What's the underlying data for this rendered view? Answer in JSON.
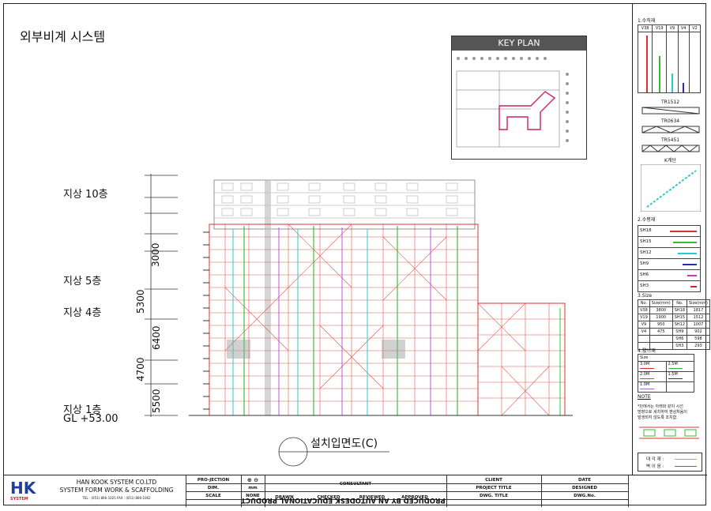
{
  "drawing": {
    "title": "외부비계 시스템",
    "elevation_label": "설치입면도(C)",
    "watermark": "PRODUCED BY AN AUTODESK EDUCATIONAL PRODUCT"
  },
  "levels": [
    {
      "label": "지상 10층"
    },
    {
      "label": "지상 5층"
    },
    {
      "label": "지상 4층"
    },
    {
      "label": "지상 1층"
    },
    {
      "label": "GL +53.00"
    }
  ],
  "dimensions": [
    "3000",
    "5300",
    "6400",
    "4700",
    "5500"
  ],
  "keyplan": {
    "title": "KEY PLAN"
  },
  "legend": {
    "sec1_title": "1.수직재",
    "sec1_cols": [
      "V38",
      "V19",
      "V9",
      "V4",
      "V2"
    ],
    "truss1": "TR1512",
    "truss2": "TR0634",
    "truss3": "TR5451",
    "brace": "K계단",
    "sec2_title": "2.수평재",
    "horizontals": [
      {
        "name": "SH18",
        "color": "#d9342b"
      },
      {
        "name": "SH15",
        "color": "#33bb33"
      },
      {
        "name": "SH12",
        "color": "#22cccc"
      },
      {
        "name": "SH9",
        "color": "#2233aa"
      },
      {
        "name": "SH6",
        "color": "#cc33cc"
      },
      {
        "name": "SH3",
        "color": "#e02020"
      }
    ],
    "sec3_title": "3.Size",
    "size_head": [
      "No.",
      "Size(mm)",
      "No.",
      "Size(mm)"
    ],
    "size_rows": [
      [
        "V38",
        "3800",
        "SH18",
        "1817"
      ],
      [
        "V19",
        "1900",
        "SH15",
        "1512"
      ],
      [
        "V9",
        "950",
        "SH12",
        "1007"
      ],
      [
        "V4",
        "475",
        "SH9",
        "902"
      ],
      [
        "",
        "",
        "SH6",
        "598"
      ],
      [
        "",
        "",
        "SH3",
        "293"
      ]
    ],
    "sec4_title": "4.發브재",
    "brace_head": "Size",
    "brace_rows": [
      {
        "left": "3.0M",
        "right": "2.5M"
      },
      {
        "left": "2.0M",
        "right": "1.5M"
      },
      {
        "left": "1.0M",
        "right": ""
      }
    ],
    "note_title": "NOTE",
    "note_lines": [
      "*단에서는 아래와 같이 시선",
      "방향으로 세치하여 편상처음이",
      "발생되지 않도록 조치함."
    ],
    "sign1": "대 각 재 :",
    "sign2": "벽 이 음 :"
  },
  "titleblock": {
    "company_line1": "HAN KOOK SYSTEM CO.LTD",
    "company_line2": "SYSTEM FORM WORK & SCAFFOLDING",
    "company_line3": "TEL : (051) 866-1025        FAX : (051) 866-1062",
    "logo_text": "HK",
    "logo_sub": "SYSTEM",
    "projection": "PRO-JECTION",
    "dim": "DIM.",
    "dim_val": "mm",
    "scale": "SCALE",
    "scale_val": "NONE",
    "consultant": "CONSULTANT",
    "drawn": "DRAWN",
    "checked": "CHECKED",
    "reviewed": "REVIEWED",
    "approved": "APPROVED",
    "client": "CLIENT",
    "project_title": "PROJECT TITLE",
    "dwg_title": "DWG. TITLE",
    "date": "DATE",
    "designed": "DESIGNED",
    "dwg_no": "DWG.No."
  }
}
